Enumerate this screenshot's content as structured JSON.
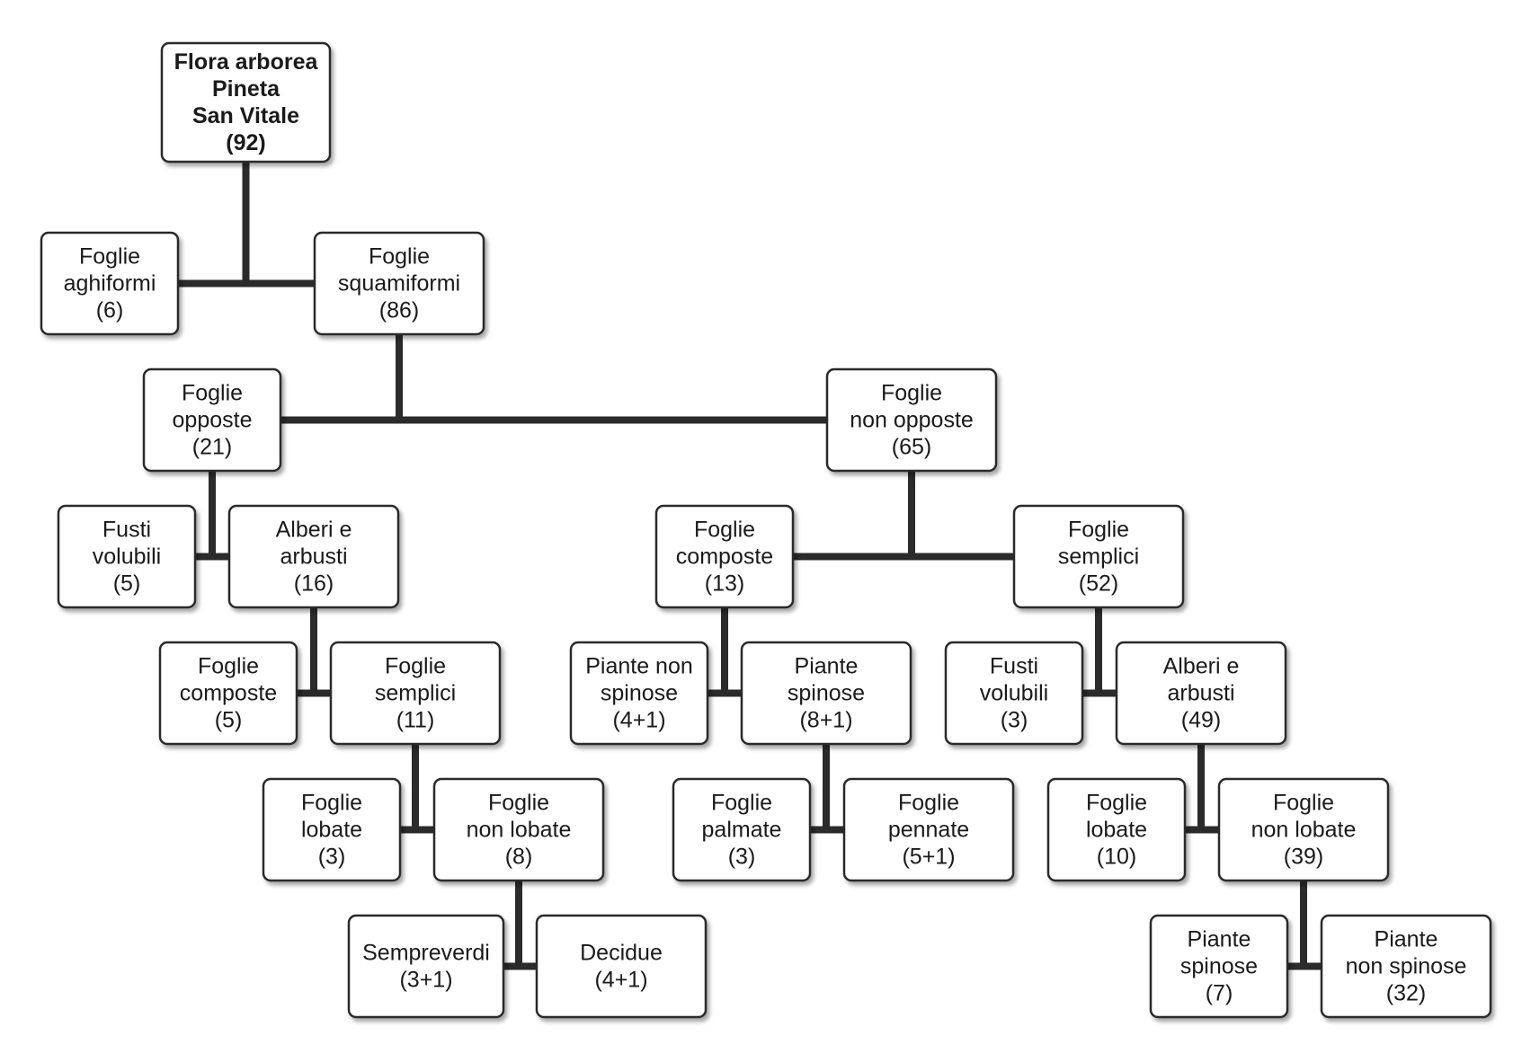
{
  "nodes": [
    {
      "id": "root",
      "lines": [
        "Flora arborea",
        "Pineta",
        "San Vitale",
        "(92)"
      ],
      "bold": true
    },
    {
      "id": "aghiformi",
      "lines": [
        "Foglie",
        "aghiformi",
        "(6)"
      ]
    },
    {
      "id": "squamiformi",
      "lines": [
        "Foglie",
        "squamiformi",
        "(86)"
      ]
    },
    {
      "id": "opposte",
      "lines": [
        "Foglie",
        "opposte",
        "(21)"
      ]
    },
    {
      "id": "non-opposte",
      "lines": [
        "Foglie",
        "non opposte",
        "(65)"
      ]
    },
    {
      "id": "fusti-volubili-5",
      "lines": [
        "Fusti",
        "volubili",
        "(5)"
      ]
    },
    {
      "id": "alberi-arbusti-16",
      "lines": [
        "Alberi e",
        "arbusti",
        "(16)"
      ]
    },
    {
      "id": "composte-13",
      "lines": [
        "Foglie",
        "composte",
        "(13)"
      ]
    },
    {
      "id": "semplici-52",
      "lines": [
        "Foglie",
        "semplici",
        "(52)"
      ]
    },
    {
      "id": "composte-5",
      "lines": [
        "Foglie",
        "composte",
        "(5)"
      ]
    },
    {
      "id": "semplici-11",
      "lines": [
        "Foglie",
        "semplici",
        "(11)"
      ]
    },
    {
      "id": "piante-non-spinose-4-1",
      "lines": [
        "Piante non",
        "spinose",
        "(4+1)"
      ]
    },
    {
      "id": "piante-spinose-8-1",
      "lines": [
        "Piante",
        "spinose",
        "(8+1)"
      ]
    },
    {
      "id": "fusti-volubili-3",
      "lines": [
        "Fusti",
        "volubili",
        "(3)"
      ]
    },
    {
      "id": "alberi-arbusti-49",
      "lines": [
        "Alberi e",
        "arbusti",
        "(49)"
      ]
    },
    {
      "id": "lobate-3",
      "lines": [
        "Foglie",
        "lobate",
        "(3)"
      ]
    },
    {
      "id": "non-lobate-8",
      "lines": [
        "Foglie",
        "non lobate",
        "(8)"
      ]
    },
    {
      "id": "palmate-3",
      "lines": [
        "Foglie",
        "palmate",
        "(3)"
      ]
    },
    {
      "id": "pennate-5-1",
      "lines": [
        "Foglie",
        "pennate",
        "(5+1)"
      ]
    },
    {
      "id": "lobate-10",
      "lines": [
        "Foglie",
        "lobate",
        "(10)"
      ]
    },
    {
      "id": "non-lobate-39",
      "lines": [
        "Foglie",
        "non lobate",
        "(39)"
      ]
    },
    {
      "id": "sempreverdi",
      "lines": [
        "Sempreverdi",
        "(3+1)"
      ]
    },
    {
      "id": "decidue",
      "lines": [
        "Decidue",
        "(4+1)"
      ]
    },
    {
      "id": "piante-spinose-7",
      "lines": [
        "Piante",
        "spinose",
        "(7)"
      ]
    },
    {
      "id": "piante-non-spinose-32",
      "lines": [
        "Piante",
        "non spinose",
        "(32)"
      ]
    }
  ],
  "edges": [
    [
      "root",
      "aghiformi",
      "squamiformi"
    ],
    [
      "squamiformi",
      "opposte",
      "non-opposte"
    ],
    [
      "opposte",
      "fusti-volubili-5",
      "alberi-arbusti-16"
    ],
    [
      "alberi-arbusti-16",
      "composte-5",
      "semplici-11"
    ],
    [
      "semplici-11",
      "lobate-3",
      "non-lobate-8"
    ],
    [
      "non-lobate-8",
      "sempreverdi",
      "decidue"
    ],
    [
      "non-opposte",
      "composte-13",
      "semplici-52"
    ],
    [
      "composte-13",
      "piante-non-spinose-4-1",
      "piante-spinose-8-1"
    ],
    [
      "piante-spinose-8-1",
      "palmate-3",
      "pennate-5-1"
    ],
    [
      "semplici-52",
      "fusti-volubili-3",
      "alberi-arbusti-49"
    ],
    [
      "alberi-arbusti-49",
      "lobate-10",
      "non-lobate-39"
    ],
    [
      "non-lobate-39",
      "piante-spinose-7",
      "piante-non-spinose-32"
    ]
  ]
}
